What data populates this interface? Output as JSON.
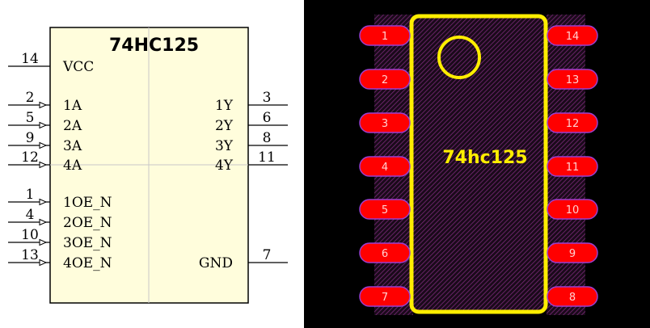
{
  "schematic": {
    "title": "74HC125",
    "left_pins": [
      {
        "num": "14",
        "name": "VCC",
        "arrow": false
      },
      {
        "num": "2",
        "name": "1A",
        "arrow": true
      },
      {
        "num": "5",
        "name": "2A",
        "arrow": true
      },
      {
        "num": "9",
        "name": "3A",
        "arrow": true
      },
      {
        "num": "12",
        "name": "4A",
        "arrow": true
      },
      {
        "num": "1",
        "name": "1OE_N",
        "arrow": true
      },
      {
        "num": "4",
        "name": "2OE_N",
        "arrow": true
      },
      {
        "num": "10",
        "name": "3OE_N",
        "arrow": true
      },
      {
        "num": "13",
        "name": "4OE_N",
        "arrow": true
      }
    ],
    "right_pins": [
      {
        "num": "3",
        "name": "1Y"
      },
      {
        "num": "6",
        "name": "2Y"
      },
      {
        "num": "8",
        "name": "3Y"
      },
      {
        "num": "11",
        "name": "4Y"
      },
      {
        "num": "7",
        "name": "GND"
      }
    ],
    "colors": {
      "body_fill": "#fffddc",
      "line": "#000000"
    }
  },
  "pcb": {
    "label": "74hc125",
    "left_pads": [
      "1",
      "2",
      "3",
      "4",
      "5",
      "6",
      "7"
    ],
    "right_pads": [
      "14",
      "13",
      "12",
      "11",
      "10",
      "9",
      "8"
    ],
    "colors": {
      "background": "#000000",
      "pad": "#ff0000",
      "pad_outline": "#9a3fd0",
      "silkscreen": "#ffee00",
      "courtyard": "#7a2a78"
    }
  }
}
